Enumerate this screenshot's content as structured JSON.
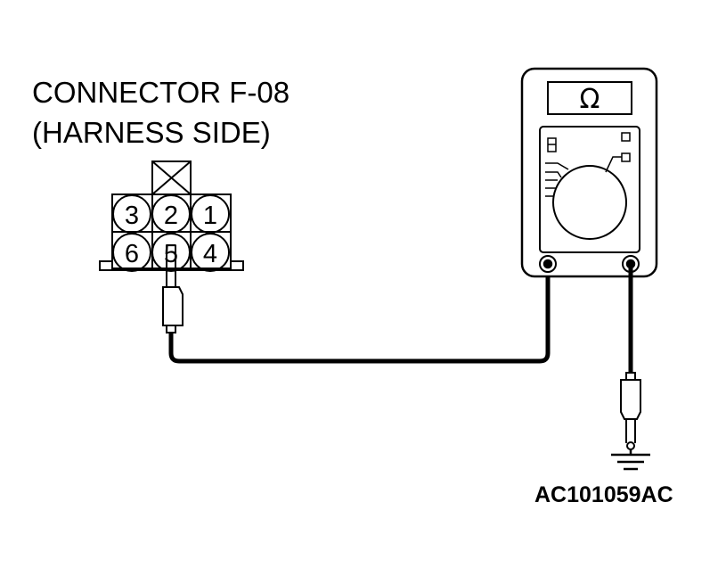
{
  "connector": {
    "title_line1": "CONNECTOR F-08",
    "title_line2": "(HARNESS SIDE)",
    "pins_top": [
      "3",
      "2",
      "1"
    ],
    "pins_bottom": [
      "6",
      "5",
      "4"
    ]
  },
  "meter": {
    "display_symbol": "Ω"
  },
  "figure_code": "AC101059AC"
}
